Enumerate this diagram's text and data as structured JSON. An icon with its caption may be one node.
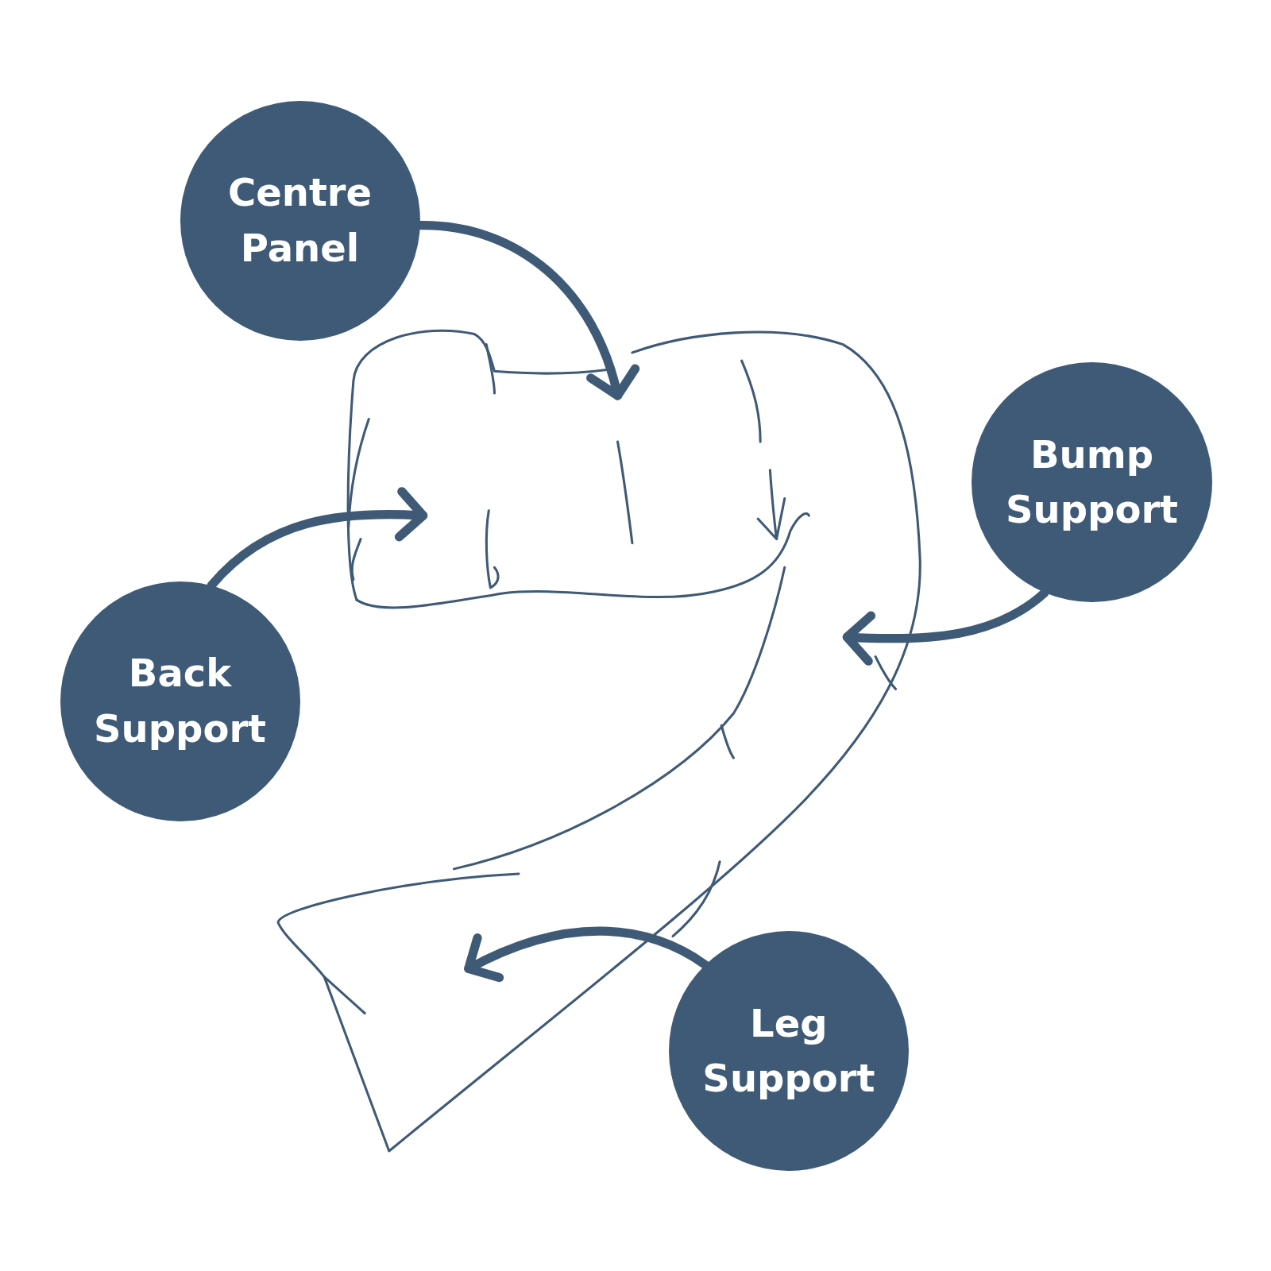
{
  "diagram": {
    "nodes": [
      {
        "text": [
          "Centre Panel"
        ]
      },
      {
        "text": [
          "Bump Support"
        ]
      },
      {
        "text": [
          "Back Support"
        ]
      },
      {
        "text": [
          "Leg Support"
        ]
      }
    ],
    "edges": [
      {
        "from": 0,
        "to": null,
        "arrow": "to"
      },
      {
        "from": 1,
        "to": null,
        "arrow": "to"
      },
      {
        "from": 2,
        "to": null,
        "arrow": "to"
      },
      {
        "from": 3,
        "to": null,
        "arrow": "to"
      }
    ]
  }
}
